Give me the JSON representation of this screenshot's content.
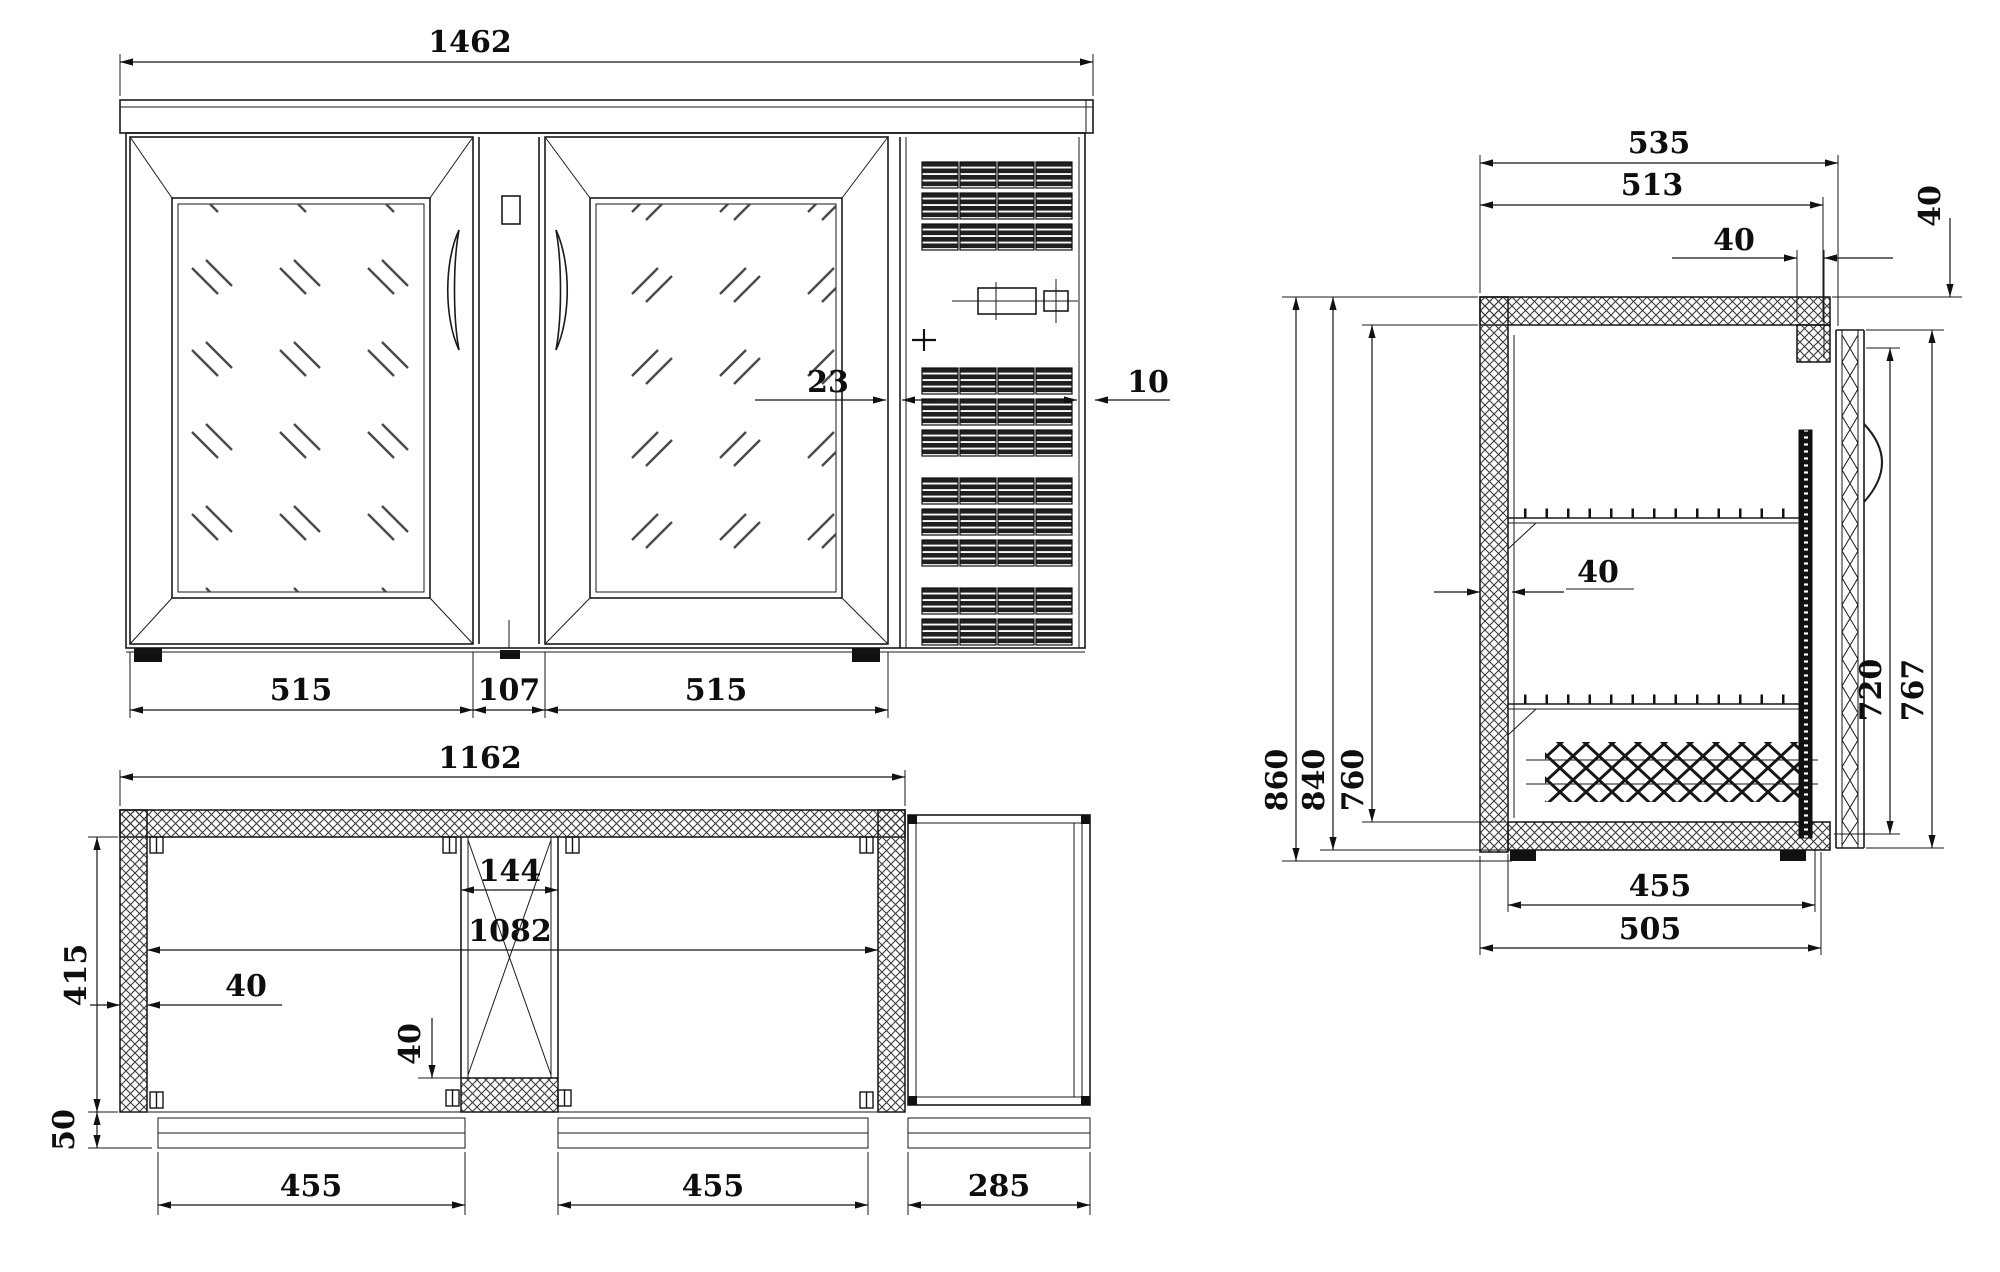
{
  "drawing": {
    "views": {
      "front": {
        "overall_width": "1462",
        "left_door_width": "515",
        "mullion_width": "107",
        "right_door_width": "515",
        "door_to_grille_gap": "23",
        "grille_edge_gap": "10"
      },
      "top": {
        "body_width": "1162",
        "mullion_width": "144",
        "interior_width": "1082",
        "wall_thickness": "40",
        "interior_depth": "415",
        "plinth_depth": "50",
        "mullion_front_depth": "40",
        "left_opening_width": "455",
        "right_opening_width": "455",
        "compressor_bay_width": "285"
      },
      "side": {
        "overall_depth": "535",
        "body_depth": "513",
        "top_rail_depth": "40",
        "top_drop": "40",
        "overall_height": "860",
        "body_height": "840",
        "interior_height": "760",
        "wall_thickness": "40",
        "door_glass_height": "720",
        "door_height": "767",
        "interior_bottom_depth": "455",
        "base_depth": "505"
      }
    }
  }
}
